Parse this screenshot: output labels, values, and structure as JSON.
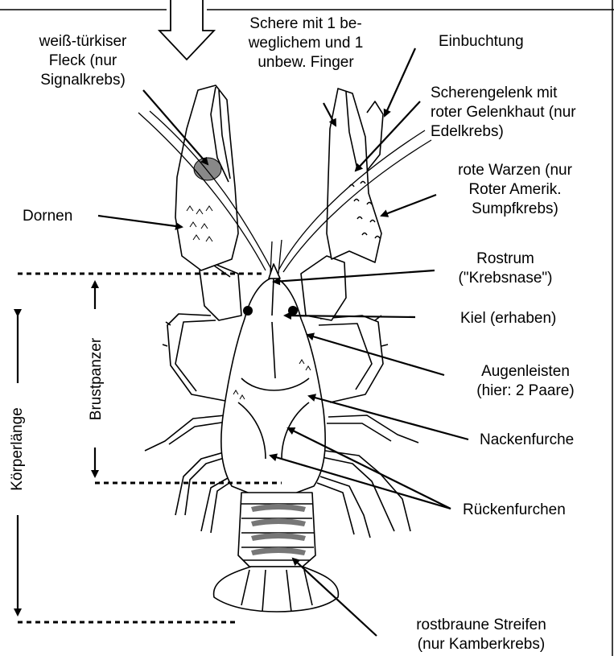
{
  "labels": {
    "schere": "Schere mit 1 be-\nweglichem und 1\nunbew. Finger",
    "fleck": "weiß-türkiser\nFleck (nur\nSignalkrebs)",
    "einbuchtung": "Einbuchtung",
    "gelenk": "Scherengelenk mit\nroter Gelenkhaut (nur\nEdelkrebs)",
    "warzen": "rote Warzen (nur\nRoter Amerik.\nSumpfkrebs)",
    "dornen": "Dornen",
    "rostrum": "Rostrum\n(\"Krebsnase\")",
    "kiel": "Kiel (erhaben)",
    "augenleisten": "Augenleisten\n(hier: 2 Paare)",
    "nackenfurche": "Nackenfurche",
    "rueckenfurchen": "Rückenfurchen",
    "streifen": "rostbraune Streifen\n(nur Kamberkrebs)",
    "brustpanzer": "Brustpanzer",
    "koerperlaenge": "Körperlänge"
  },
  "colors": {
    "ink": "#000000",
    "stripe": "#777777",
    "spot": "#888888"
  }
}
